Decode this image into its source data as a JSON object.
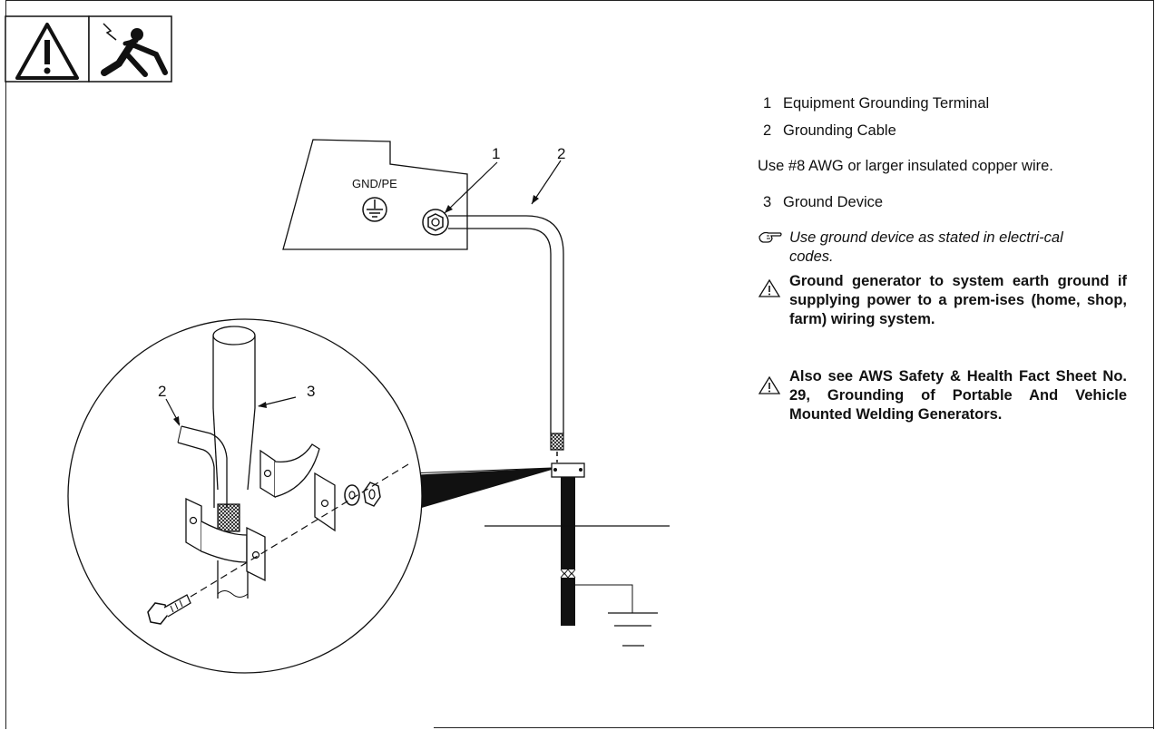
{
  "diagram": {
    "panel_label": "GND/PE",
    "callout_1": "1",
    "callout_2": "2",
    "detail_callout_2": "2",
    "detail_callout_3": "3"
  },
  "icons": [
    "warning-triangle-icon",
    "electric-shock-icon",
    "pointing-hand-icon"
  ],
  "legend": {
    "item1_num": "1",
    "item1_text": "Equipment Grounding Terminal",
    "item2_num": "2",
    "item2_text": "Grounding Cable",
    "wire_note": "Use #8 AWG or larger insulated copper wire.",
    "item3_num": "3",
    "item3_text": "Ground Device",
    "hand_note": "Use ground device as stated in electri-cal codes.",
    "warning1": "Ground generator to system earth ground if supplying power to a prem-ises (home, shop, farm) wiring system.",
    "warning2": "Also see AWS Safety & Health Fact Sheet No. 29, Grounding of Portable And Vehicle Mounted Welding Generators."
  }
}
